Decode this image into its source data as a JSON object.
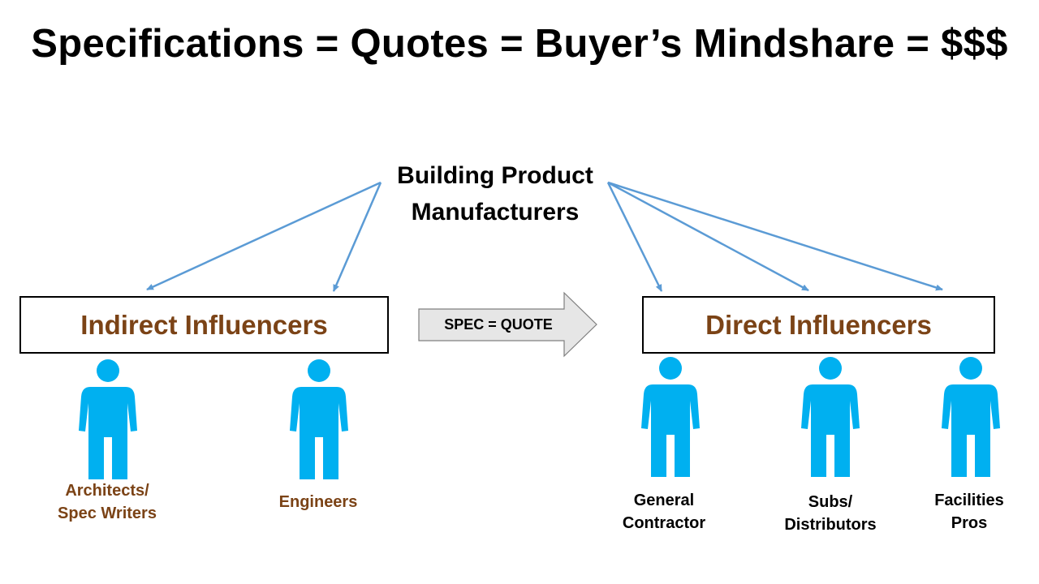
{
  "title": "Specifications = Quotes = Buyer’s Mindshare = $$$",
  "source": {
    "line1": "Building Product",
    "line2": "Manufacturers"
  },
  "groups": {
    "indirect": "Indirect Influencers",
    "direct": "Direct Influencers"
  },
  "flow_label": "SPEC = QUOTE",
  "people": {
    "architects": {
      "line1": "Architects/",
      "line2": "Spec Writers"
    },
    "engineers": {
      "line1": "Engineers"
    },
    "general_contractor": {
      "line1": "General",
      "line2": "Contractor"
    },
    "subs": {
      "line1": "Subs/",
      "line2": "Distributors"
    },
    "facilities": {
      "line1": "Facilities",
      "line2": "Pros"
    }
  },
  "colors": {
    "connector": "#5b9bd5",
    "person": "#00b0f0",
    "group_text": "#7b4316",
    "arrow_fill": "#e6e6e6",
    "arrow_stroke": "#7f7f7f"
  }
}
